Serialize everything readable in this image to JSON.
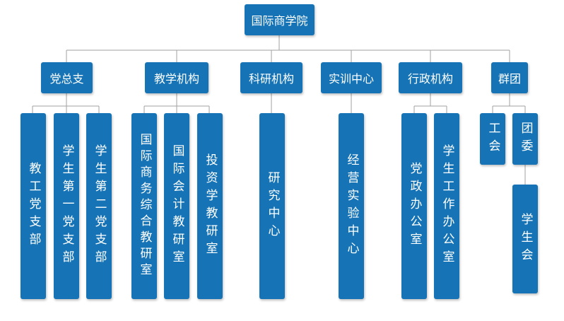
{
  "root": {
    "label": "国际商学院"
  },
  "departments": [
    {
      "label": "党总支",
      "children": [
        "教工党支部",
        "学生第一党支部",
        "学生第二党支部"
      ]
    },
    {
      "label": "教学机构",
      "children": [
        "国际商务综合教研室",
        "国际会计教研室",
        "投资学教研室"
      ]
    },
    {
      "label": "科研机构",
      "children": [
        "研究中心"
      ]
    },
    {
      "label": "实训中心",
      "children": [
        "经营实验中心"
      ]
    },
    {
      "label": "行政机构",
      "children": [
        "党政办公室",
        "学生工作办公室"
      ]
    },
    {
      "label": "群团",
      "children": [
        "工会",
        "团委"
      ],
      "grandchild": "学生会"
    }
  ],
  "colors": {
    "box": "#1674b6",
    "text": "#ffffff",
    "line": "#a0a0a0"
  }
}
